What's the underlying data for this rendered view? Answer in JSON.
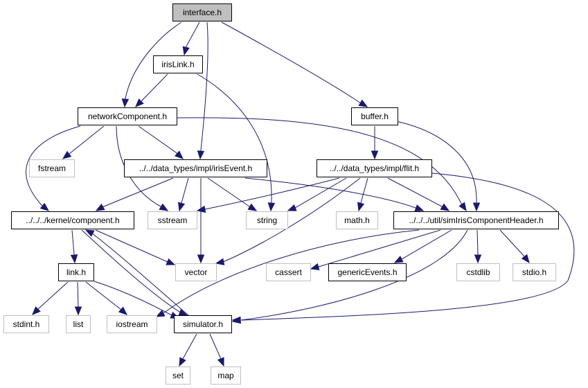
{
  "colors": {
    "edge": "#191970",
    "local_border": "#000000",
    "system_border": "#bfbfbf",
    "root_fill": "#bfbfbf"
  },
  "nodes": {
    "interface_h": "interface.h",
    "irislink_h": "irisLink.h",
    "networkcomponent_h": "networkComponent.h",
    "buffer_h": "buffer.h",
    "fstream": "fstream",
    "irisevent_h": "../../data_types/impl/irisEvent.h",
    "flit_h": "../../data_types/impl/flit.h",
    "component_h": "../../../kernel/component.h",
    "sstream": "sstream",
    "string": "string",
    "math_h": "math.h",
    "simiris_h": "../../../util/simIrisComponentHeader.h",
    "link_h": "link.h",
    "vector": "vector",
    "cassert": "cassert",
    "genericevents_h": "genericEvents.h",
    "cstdlib": "cstdlib",
    "stdio_h": "stdio.h",
    "stdint_h": "stdint.h",
    "list": "list",
    "iostream": "iostream",
    "simulator_h": "simulator.h",
    "set": "set",
    "map": "map"
  }
}
